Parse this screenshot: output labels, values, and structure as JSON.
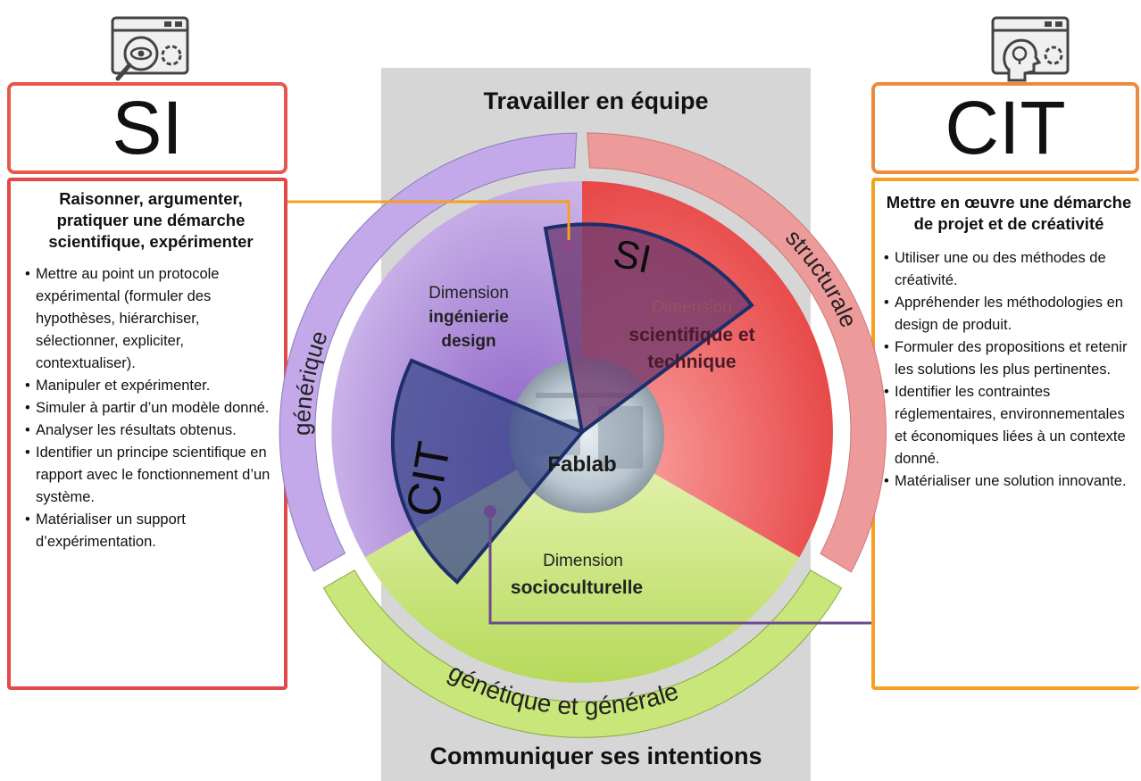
{
  "band": {
    "top_title": "Travailler en équipe",
    "bottom_title": "Communiquer ses intentions"
  },
  "si": {
    "title": "SI",
    "heading": "Raisonner, argumenter, pratiquer une démarche scientifique, expérimenter",
    "bullets": [
      "Mettre au point un protocole expérimental (formuler des hypothèses, hiérarchiser, sélectionner, expliciter, contextualiser).",
      "Manipuler et expérimenter.",
      "Simuler à partir d’un modèle donné.",
      "Analyser les résultats obtenus.",
      "Identifier un principe scientifique en rapport avec le fonctionnement d’un système.",
      "Matérialiser un support d’expérimentation."
    ]
  },
  "cit": {
    "title": "CIT",
    "heading": "Mettre en œuvre une démarche de projet et de créativité",
    "bullets": [
      "Utiliser une ou des méthodes de créativité.",
      "Appréhender les méthodologies en design de produit.",
      "Formuler des propositions et retenir les solutions les plus pertinentes.",
      "Identifier les contraintes réglementaires, environnementales et économiques liées à un contexte donné.",
      "Matérialiser une solution innovante."
    ]
  },
  "wheel": {
    "arc_generique": "générique",
    "arc_structurale": "structurale",
    "arc_genetique": "génétique et générale",
    "dim_design_line1": "Dimension",
    "dim_design_line2": "ingénierie",
    "dim_design_line3": "design",
    "dim_sci_line1": "Dimension",
    "dim_sci_line2": "scientifique et",
    "dim_sci_line3": "technique",
    "dim_socio_line1": "Dimension",
    "dim_socio_line2": "socioculturelle",
    "center_label": "Fablab",
    "wedge_si": "SI",
    "wedge_cit": "CIT"
  },
  "colors": {
    "purple": "#a681d8",
    "red": "#ee5656",
    "green": "#c2e06e",
    "navy": "#1d2f6a",
    "orange_line": "#f5a020",
    "purple_line": "#6a4a8e"
  },
  "icons": {
    "si_icon": "browser-eye-gear-icon",
    "cit_icon": "browser-head-lightbulb-icon"
  }
}
